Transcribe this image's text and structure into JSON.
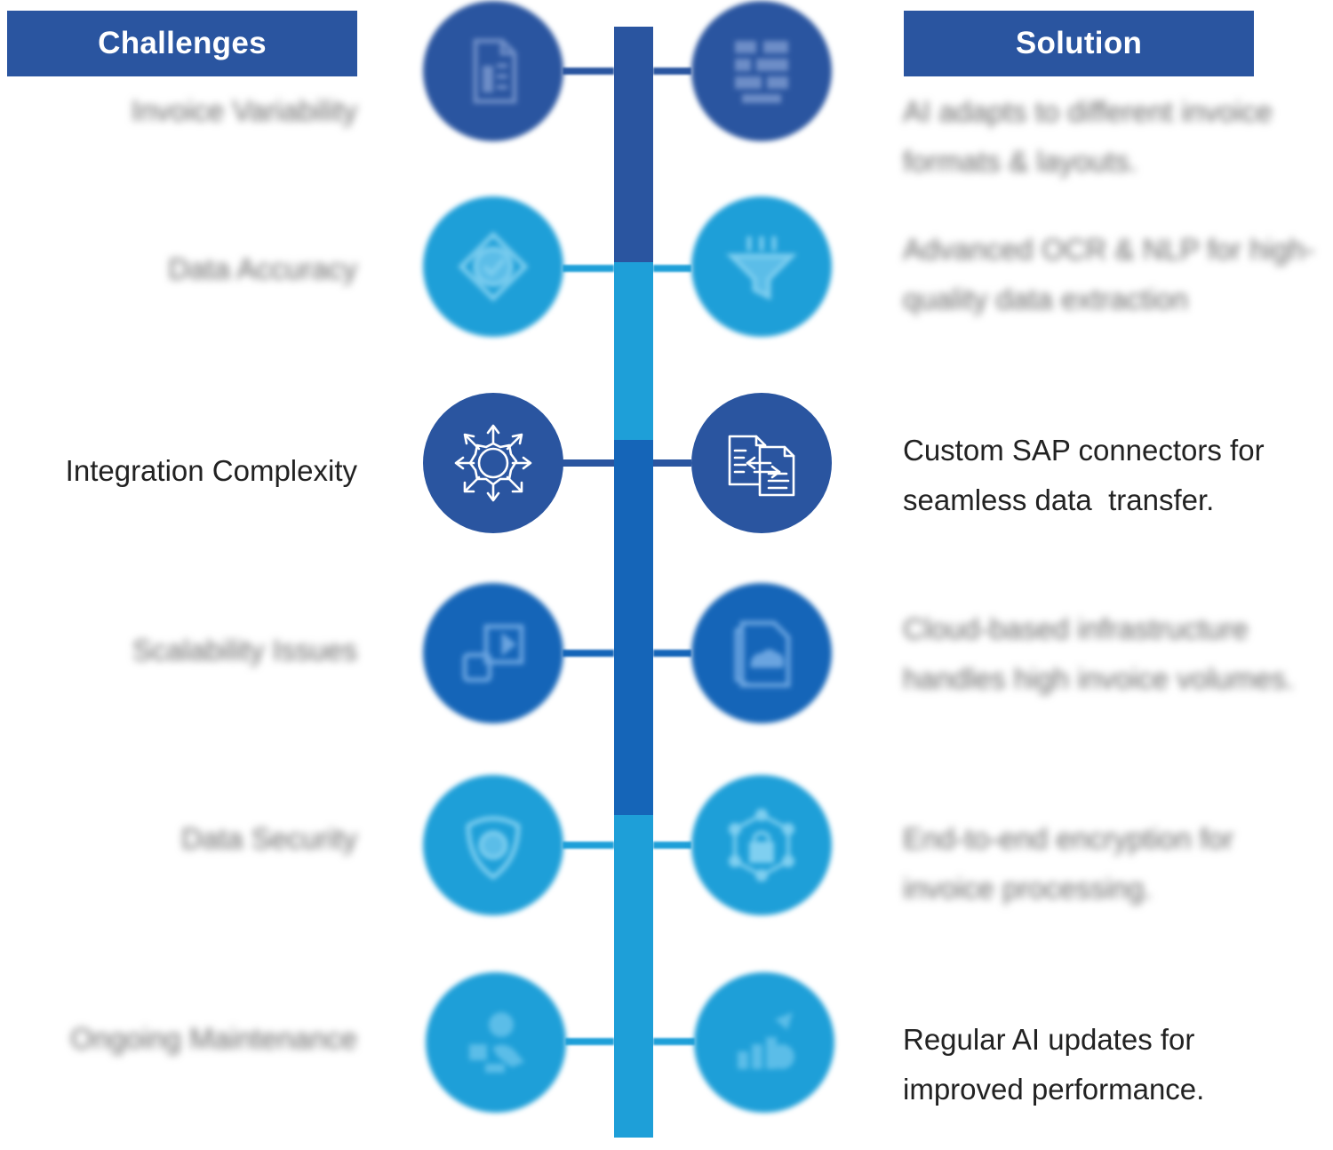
{
  "headers": {
    "challenges": "Challenges",
    "solution": "Solution"
  },
  "colors": {
    "dark_navy": "#2a55a0",
    "medium_blue": "#1565b8",
    "light_blue": "#1e9fd8",
    "header_bg": "#2a55a0",
    "text": "#222222"
  },
  "rows": [
    {
      "challenge": "Invoice Variability",
      "solution": "AI adapts to different invoice formats & layouts.",
      "left_icon": "document-icon",
      "right_icon": "scan-document-icon",
      "blurred": true
    },
    {
      "challenge": "Data Accuracy",
      "solution": "Advanced OCR & NLP for high-quality data extraction",
      "left_icon": "target-check-icon",
      "right_icon": "data-filter-icon",
      "blurred": true
    },
    {
      "challenge": "Integration Complexity",
      "solution": "Custom SAP connectors for seamless data  transfer.",
      "left_icon": "gear-arrows-icon",
      "right_icon": "document-transfer-icon",
      "blurred": false
    },
    {
      "challenge": "Scalability Issues",
      "solution": "Cloud-based infrastructure handles high invoice volumes.",
      "left_icon": "scale-squares-icon",
      "right_icon": "cloud-document-icon",
      "blurred": true
    },
    {
      "challenge": "Data Security",
      "solution": "End-to-end encryption for invoice processing.",
      "left_icon": "shield-lock-icon",
      "right_icon": "network-lock-icon",
      "blurred": true
    },
    {
      "challenge": "Ongoing Maintenance",
      "solution": "Regular AI updates for improved performance.",
      "left_icon": "maintenance-people-icon",
      "right_icon": "growth-chart-icon",
      "blurred": false
    }
  ]
}
